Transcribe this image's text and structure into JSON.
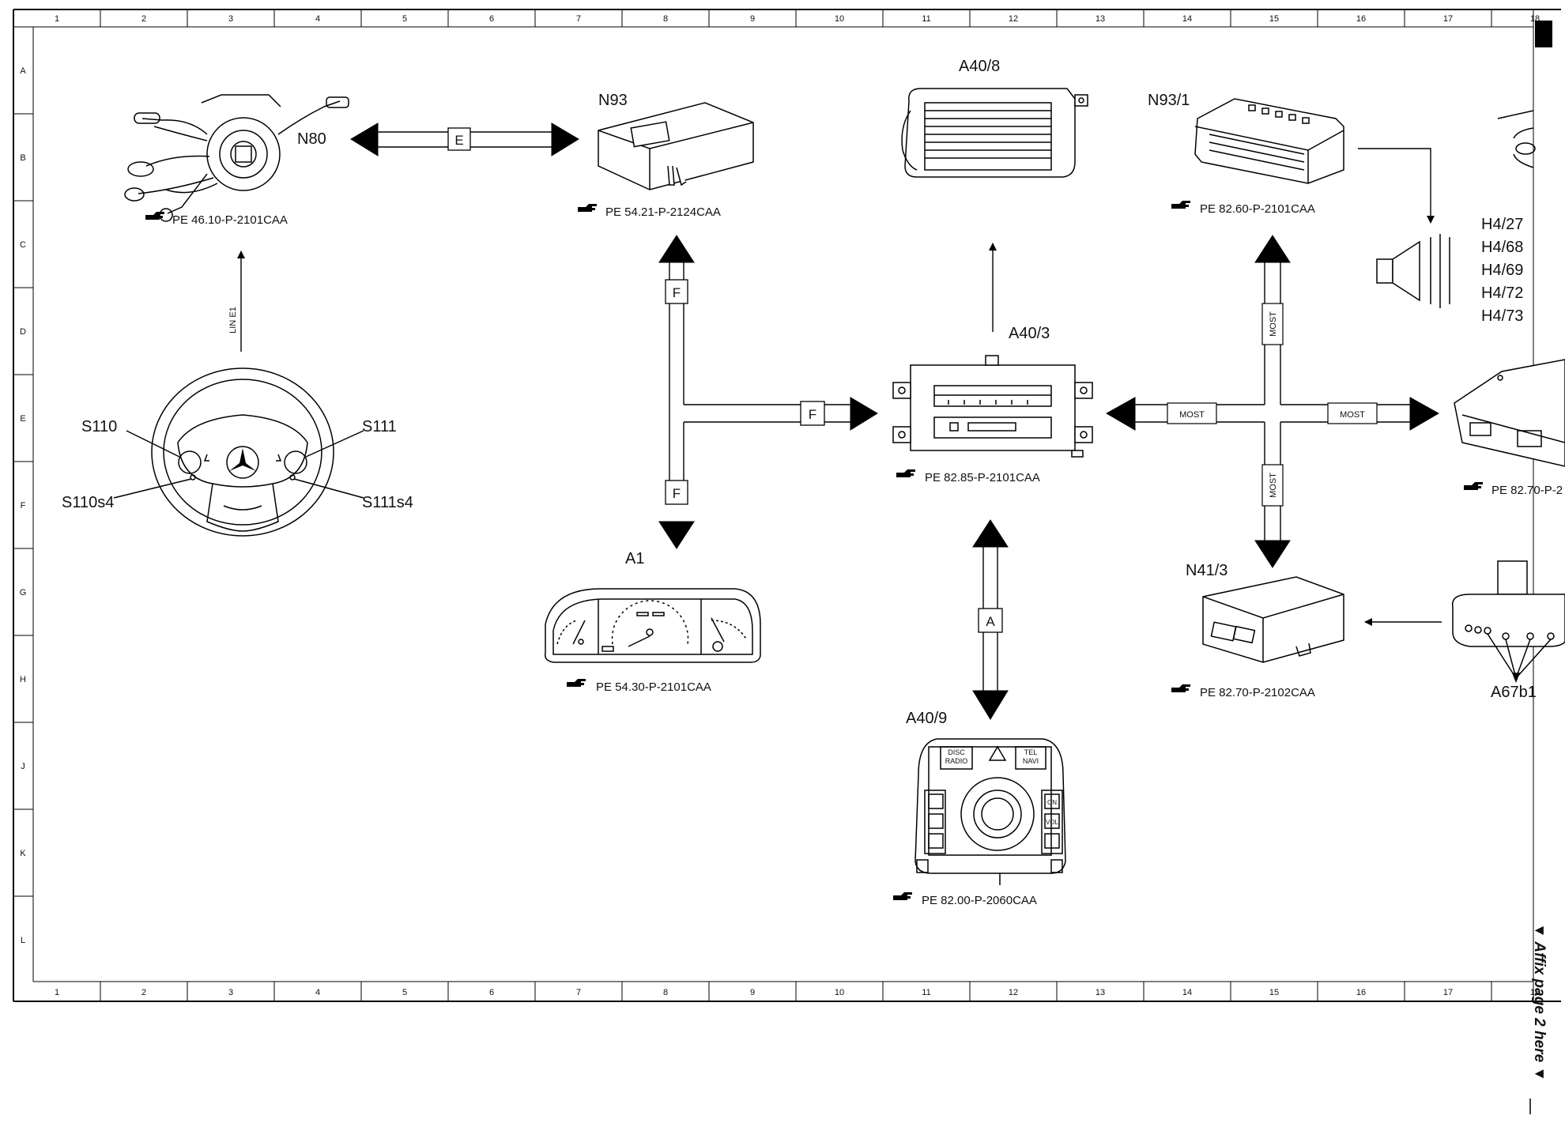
{
  "grid": {
    "columns": [
      "1",
      "2",
      "3",
      "4",
      "5",
      "6",
      "7",
      "8",
      "9",
      "10",
      "11",
      "12",
      "13",
      "14",
      "15",
      "16",
      "17",
      "18"
    ],
    "rows": [
      "A",
      "B",
      "C",
      "D",
      "E",
      "F",
      "G",
      "H",
      "J",
      "K",
      "L"
    ]
  },
  "components": {
    "n80": {
      "label": "N80",
      "ref": "PE 46.10-P-2101CAA"
    },
    "n93": {
      "label": "N93",
      "ref": "PE 54.21-P-2124CAA"
    },
    "a40_8": {
      "label": "A40/8"
    },
    "n93_1": {
      "label": "N93/1",
      "ref": "PE 82.60-P-2101CAA"
    },
    "speakers": {
      "labels": [
        "H4/27",
        "H4/68",
        "H4/69",
        "H4/72",
        "H4/73"
      ]
    },
    "a40_3": {
      "label": "A40/3",
      "ref": "PE 82.85-P-2101CAA"
    },
    "right_unit": {
      "ref": "PE 82.70-P-2"
    },
    "a1": {
      "label": "A1",
      "ref": "PE 54.30-P-2101CAA"
    },
    "n41_3": {
      "label": "N41/3",
      "ref": "PE 82.70-P-2102CAA"
    },
    "a67b1": {
      "label": "A67b1"
    },
    "a40_9": {
      "label": "A40/9",
      "ref": "PE 82.00-P-2060CAA",
      "keys": {
        "disc": "DISC",
        "radio": "RADIO",
        "tel": "TEL",
        "navi": "NAVI",
        "on": "ON",
        "vol": "VOL"
      }
    },
    "steering": {
      "s110": "S110",
      "s111": "S111",
      "s110s4": "S110s4",
      "s111s4": "S111s4"
    }
  },
  "connections": {
    "e": "E",
    "f": "F",
    "a": "A",
    "most": "MOST",
    "lin": "LIN E1"
  },
  "footer": {
    "affix": "▼ Affix page 2 here ▼"
  }
}
